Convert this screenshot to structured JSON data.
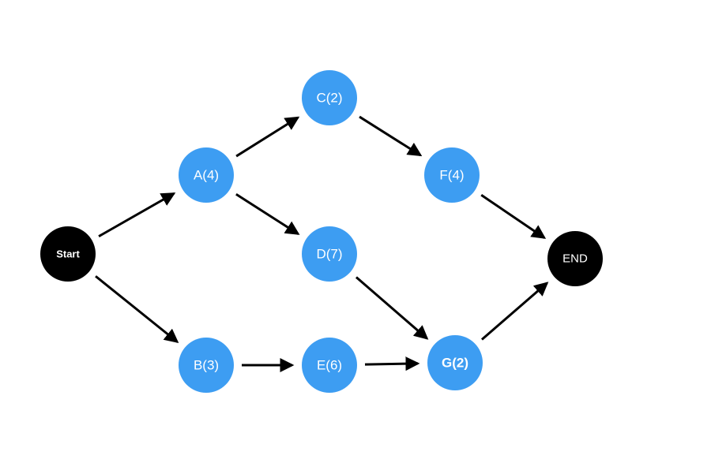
{
  "colors": {
    "task_node": "#3D9DF2",
    "terminal_node": "#000000",
    "node_text": "#FFFFFF",
    "edge": "#000000",
    "background": "#FFFFFF"
  },
  "nodes": [
    {
      "id": "start",
      "label": "Start",
      "kind": "terminal",
      "bold": true
    },
    {
      "id": "a",
      "label": "A(4)",
      "kind": "task",
      "bold": false
    },
    {
      "id": "b",
      "label": "B(3)",
      "kind": "task",
      "bold": false
    },
    {
      "id": "c",
      "label": "C(2)",
      "kind": "task",
      "bold": false
    },
    {
      "id": "d",
      "label": "D(7)",
      "kind": "task",
      "bold": false
    },
    {
      "id": "e",
      "label": "E(6)",
      "kind": "task",
      "bold": false
    },
    {
      "id": "f",
      "label": "F(4)",
      "kind": "task",
      "bold": false
    },
    {
      "id": "g",
      "label": "G(2)",
      "kind": "task",
      "bold": true
    },
    {
      "id": "end",
      "label": "END",
      "kind": "terminal",
      "bold": false
    }
  ],
  "edges": [
    {
      "from": "start",
      "to": "a"
    },
    {
      "from": "start",
      "to": "b"
    },
    {
      "from": "a",
      "to": "c"
    },
    {
      "from": "a",
      "to": "d"
    },
    {
      "from": "b",
      "to": "e"
    },
    {
      "from": "c",
      "to": "f"
    },
    {
      "from": "d",
      "to": "g"
    },
    {
      "from": "e",
      "to": "g"
    },
    {
      "from": "f",
      "to": "end"
    },
    {
      "from": "g",
      "to": "end"
    }
  ]
}
